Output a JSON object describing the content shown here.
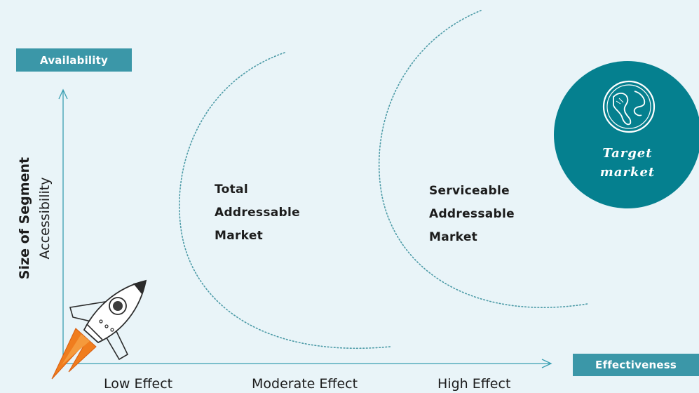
{
  "title_tags": {
    "availability": "Availability",
    "effectiveness": "Effectiveness"
  },
  "axes": {
    "y_primary": "Size of Segment",
    "y_secondary": "Accessibility",
    "x_ticks": [
      "Low Effect",
      "Moderate Effect",
      "High Effect"
    ]
  },
  "markets": {
    "total": [
      "Total",
      "Addressable",
      "Market"
    ],
    "serviceable": [
      "Serviceable",
      "Addressable",
      "Market"
    ],
    "target": [
      "Target",
      "market"
    ]
  },
  "colors": {
    "background": "#e9f4f8",
    "tag_fill": "#3b97a8",
    "target_circle": "#05808f",
    "axis_line": "#3a9fb1",
    "dotted_arc": "#4b9aa6",
    "rocket_flame": "#f07d1e"
  },
  "icons": {
    "rocket": "rocket-icon",
    "globe": "globe-icon"
  }
}
